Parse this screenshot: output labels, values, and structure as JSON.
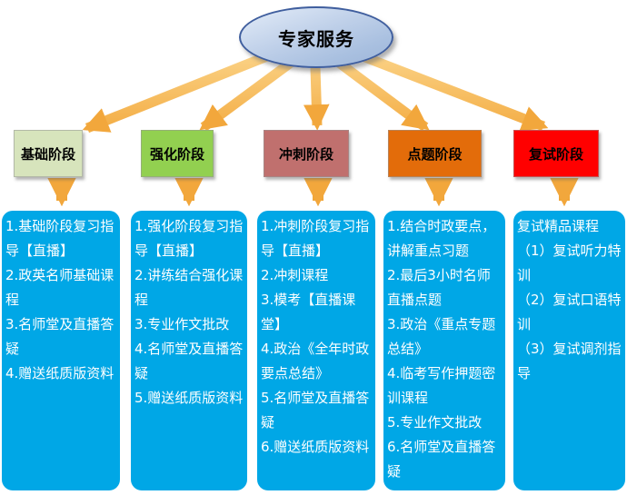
{
  "root": {
    "title": "专家服务"
  },
  "colors": {
    "arrow": "#F2A93B",
    "content_box": "#00A7E6",
    "content_text": "#FFFFFF"
  },
  "stages": [
    {
      "label": "基础阶段",
      "color": "#D7E4BC",
      "items": [
        "1.基础阶段复习指导【直播】",
        "2.政英名师基础课程",
        "3.名师堂及直播答疑",
        "4.赠送纸质版资料"
      ]
    },
    {
      "label": "强化阶段",
      "color": "#92D050",
      "items": [
        "1.强化阶段复习指导【直播】",
        "2.讲练结合强化课程",
        "3.专业作文批改",
        "4.名师堂及直播答疑",
        "5.赠送纸质版资料"
      ]
    },
    {
      "label": "冲刺阶段",
      "color": "#C0706E",
      "items": [
        "1.冲刺阶段复习指导【直播】",
        "2.冲刺课程",
        "3.模考【直播课堂】",
        "4.政治《全年时政要点总结》",
        "5.名师堂及直播答疑",
        "6.赠送纸质版资料"
      ]
    },
    {
      "label": "点题阶段",
      "color": "#E36C0A",
      "items": [
        "1.结合时政要点，讲解重点习题",
        "2.最后3小时名师直播点题",
        "3.政治《重点专题总结》",
        "4.临考写作押题密训课程",
        "5.专业作文批改",
        "6.名师堂及直播答疑"
      ]
    },
    {
      "label": "复试阶段",
      "color": "#FF0000",
      "items": [
        "复试精品课程",
        "（1）复试听力特训",
        "（2）复试口语特训",
        "（3）复试调剂指导"
      ]
    }
  ]
}
